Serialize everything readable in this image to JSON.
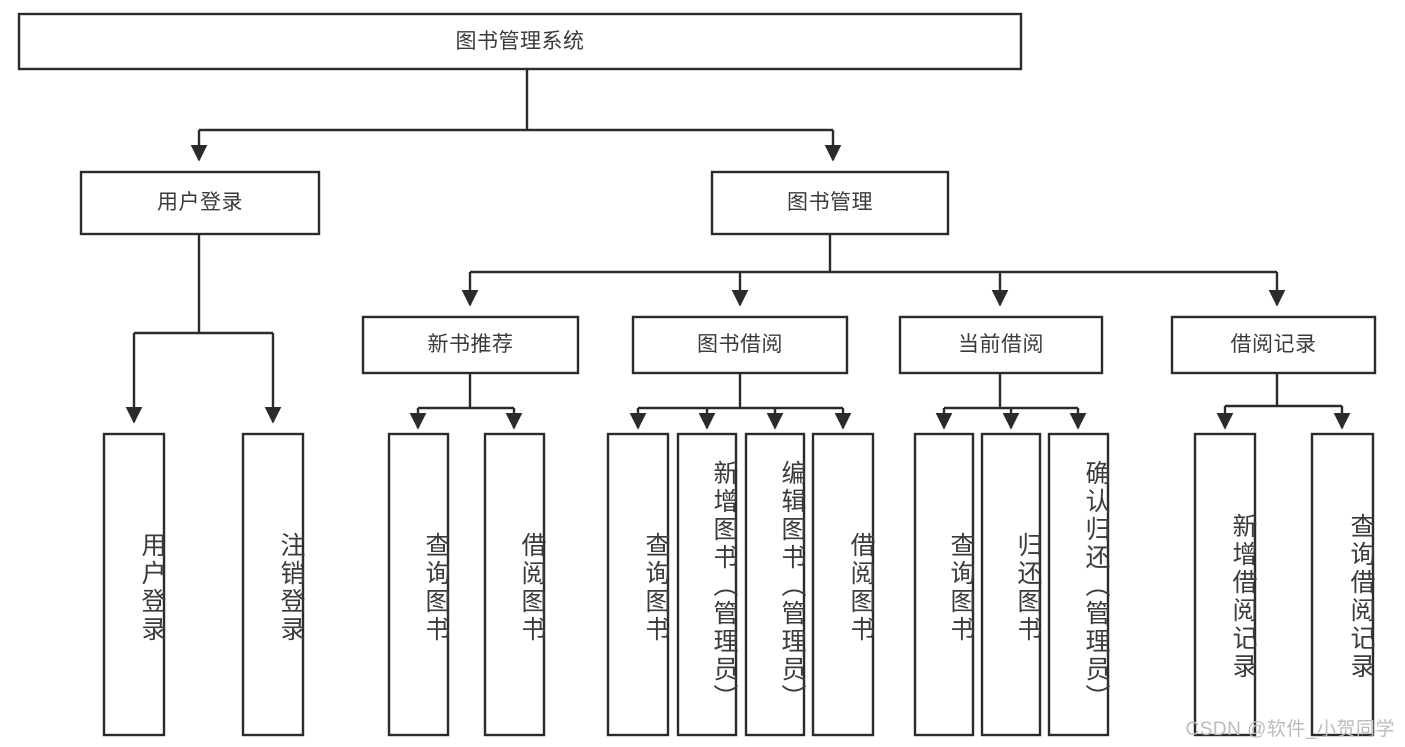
{
  "diagram": {
    "type": "tree-hierarchy",
    "title": "图书管理系统",
    "orientation": "top-down",
    "watermark": "CSDN @软件_小贺同学",
    "colors": {
      "box_stroke": "#2b2b2b",
      "box_fill": "#ffffff",
      "text": "#3b3b3b",
      "connector": "#2b2b2b",
      "watermark": "#b9bcc0",
      "background": "#ffffff"
    },
    "levels": {
      "root": {
        "label": "图书管理系统"
      },
      "level2": [
        {
          "label": "用户登录"
        },
        {
          "label": "图书管理"
        }
      ],
      "level3": [
        {
          "label": "新书推荐"
        },
        {
          "label": "图书借阅"
        },
        {
          "label": "当前借阅"
        },
        {
          "label": "借阅记录"
        }
      ],
      "leaves": {
        "user_login": [
          {
            "label": "用户登录"
          },
          {
            "label": "注销登录"
          }
        ],
        "new_book_recommend": [
          {
            "label": "查询图书"
          },
          {
            "label": "借阅图书"
          }
        ],
        "book_borrow": [
          {
            "label": "查询图书"
          },
          {
            "label": "新增图书（管理员）"
          },
          {
            "label": "编辑图书（管理员）"
          },
          {
            "label": "借阅图书"
          }
        ],
        "current_borrow": [
          {
            "label": "查询图书"
          },
          {
            "label": "归还图书"
          },
          {
            "label": "确认归还（管理员）"
          }
        ],
        "borrow_record": [
          {
            "label": "新增借阅记录"
          },
          {
            "label": "查询借阅记录"
          }
        ]
      }
    }
  }
}
